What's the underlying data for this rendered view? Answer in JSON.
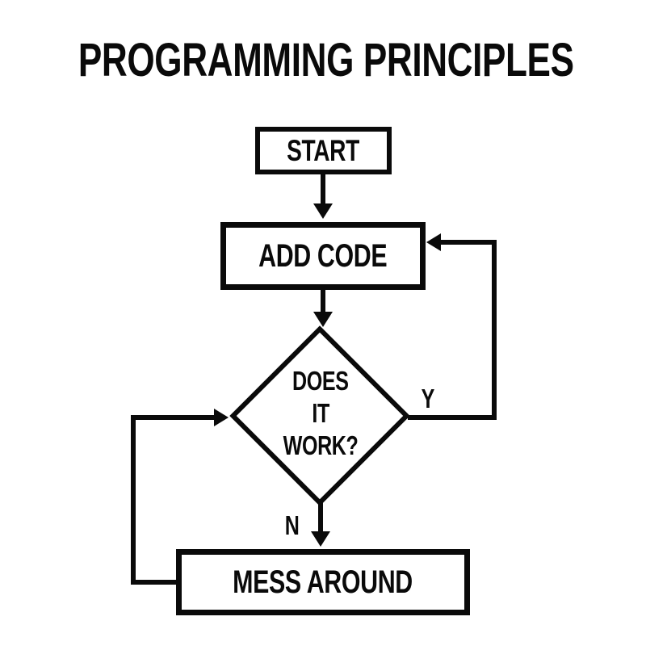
{
  "title": "PROGRAMMING PRINCIPLES",
  "colors": {
    "ink": "#0a0a0a",
    "background": "#ffffff"
  },
  "nodes": {
    "start": {
      "label": "START",
      "type": "terminator"
    },
    "add_code": {
      "label": "ADD CODE",
      "type": "process"
    },
    "does_it_work": {
      "label": "DOES IT WORK?",
      "type": "decision",
      "lines": [
        "DOES",
        "IT",
        "WORK?"
      ]
    },
    "mess_around": {
      "label": "MESS AROUND",
      "type": "process"
    }
  },
  "edges": {
    "yes_label": "Y",
    "no_label": "N"
  }
}
